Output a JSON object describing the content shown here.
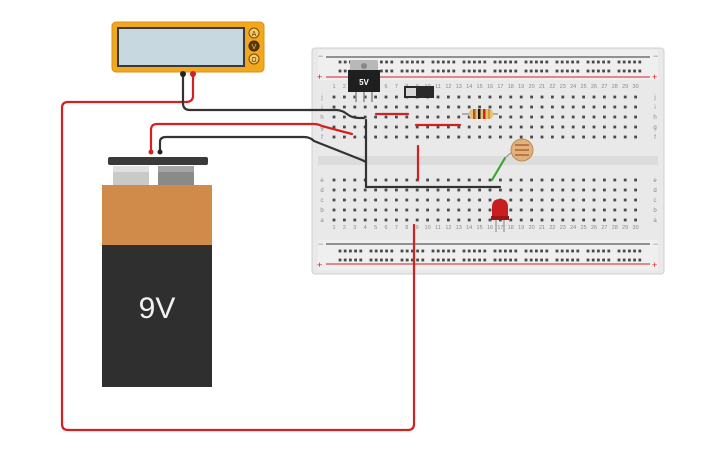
{
  "multimeter": {
    "modes": [
      "A",
      "V",
      "Ω"
    ],
    "display": ""
  },
  "battery": {
    "label": "9V"
  },
  "regulator": {
    "label": "5V"
  },
  "breadboard": {
    "columns": [
      "1",
      "2",
      "3",
      "4",
      "5",
      "6",
      "7",
      "8",
      "9",
      "10",
      "11",
      "12",
      "13",
      "14",
      "15",
      "16",
      "17",
      "18",
      "19",
      "20",
      "21",
      "22",
      "23",
      "24",
      "25",
      "26",
      "27",
      "28",
      "29",
      "30"
    ],
    "rows_top": [
      "j",
      "i",
      "h",
      "g",
      "f"
    ],
    "rows_bottom": [
      "e",
      "d",
      "c",
      "b",
      "a"
    ],
    "rail_minus": "−",
    "rail_plus": "+"
  },
  "colors": {
    "wire_red": "#d42020",
    "wire_black": "#333333",
    "wire_green": "#3aa832",
    "meter_body": "#f2a81d",
    "battery_top": "#d08a49",
    "battery_bottom": "#2f2f2f",
    "board": "#e8e8e8"
  }
}
